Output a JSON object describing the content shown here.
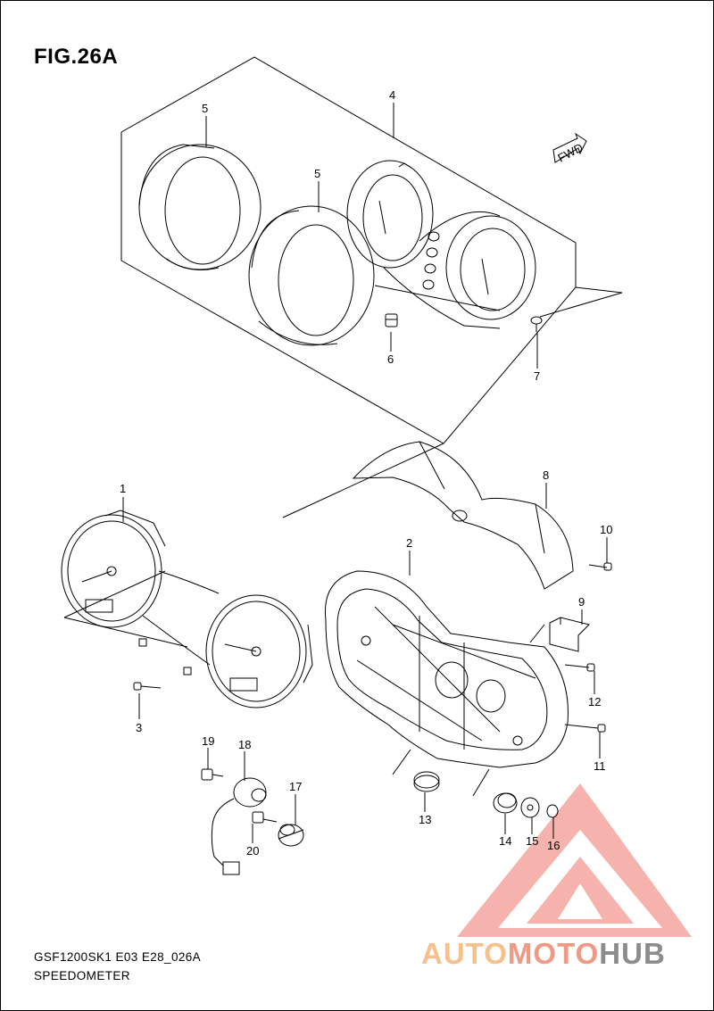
{
  "figure": {
    "title": "FIG.26A"
  },
  "fwd_label": "FWD",
  "callouts": {
    "c1": "1",
    "c2": "2",
    "c3": "3",
    "c4": "4",
    "c5a": "5",
    "c5b": "5",
    "c6": "6",
    "c7": "7",
    "c8": "8",
    "c9": "9",
    "c10": "10",
    "c11": "11",
    "c12": "12",
    "c13": "13",
    "c14": "14",
    "c15": "15",
    "c16": "16",
    "c17": "17",
    "c18": "18",
    "c19": "19",
    "c20": "20"
  },
  "footer": {
    "code": "GSF1200SK1 E03 E28_026A",
    "name": "SPEEDOMETER"
  },
  "watermark": {
    "part1": "AUTO",
    "part2": "MOTO",
    "part3": "HUB",
    "colors": {
      "auto": "#f7c08a",
      "moto": "#f09a86",
      "hub": "#8c8c8c",
      "triangle": "#ee8a84"
    }
  }
}
